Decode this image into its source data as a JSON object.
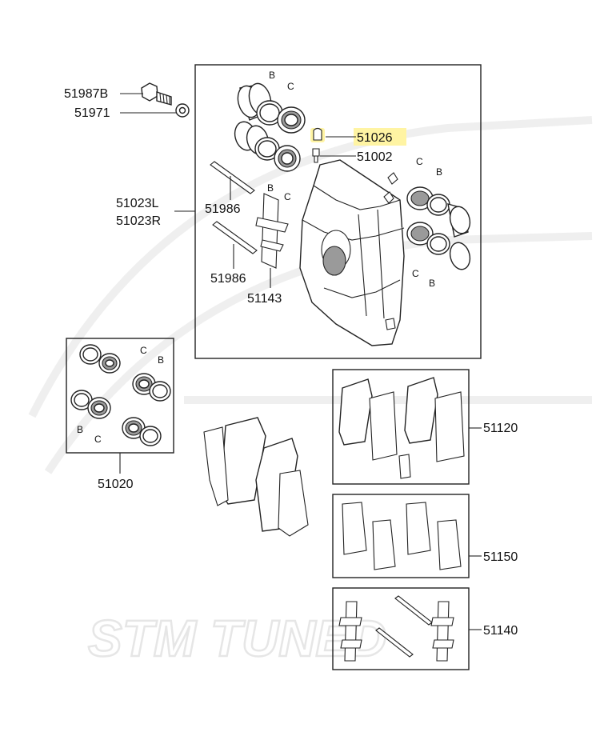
{
  "watermark": "STM TUNED",
  "labels": {
    "p51987B": "51987B",
    "p51971": "51971",
    "p51026": "51026",
    "p51002": "51002",
    "p51023L": "51023L",
    "p51023R": "51023R",
    "p51986a": "51986",
    "p51986b": "51986",
    "p51143": "51143",
    "p51020": "51020",
    "p51120": "51120",
    "p51150": "51150",
    "p51140": "51140"
  },
  "seal_letters": {
    "b": "B",
    "c": "C"
  },
  "highlight_color": "#fff4a3"
}
